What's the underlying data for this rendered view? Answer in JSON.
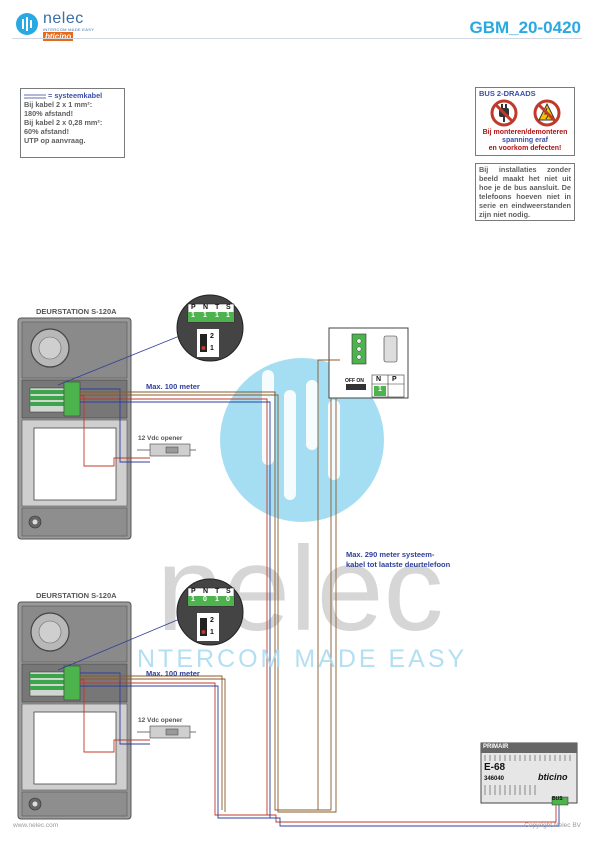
{
  "header": {
    "brand": "nelec",
    "brand_tagline": "INTERCOM MADE EASY",
    "partner": "bticino",
    "doc_code": "GBM_20-0420"
  },
  "legend": {
    "key": "= systeemkabel",
    "lines": [
      "Bij kabel 2 x 1 mm²:",
      "180% afstand!",
      "Bij kabel 2 x 0,28 mm²:",
      "60% afstand!",
      "UTP op aanvraag."
    ]
  },
  "warning": {
    "title": "BUS 2-DRAADS",
    "msg_line1": "Bij monteren/demonteren",
    "msg_line2": "spanning eraf",
    "msg_line3": "en voorkom defecten!",
    "text": "Bij installaties zonder beeld maakt het niet uit hoe je de bus aansluit. De telefoons hoeven niet in serie en eindweerstanden zijn niet nodig."
  },
  "stations": [
    {
      "title": "DEURSTATION S-120A",
      "distance": "Max. 100 meter",
      "opener": "12 Vdc opener",
      "terms": [
        "P",
        "N",
        "T",
        "S"
      ],
      "term_vals": [
        "1",
        "1",
        "1",
        "1"
      ],
      "switch": [
        "2",
        "1"
      ]
    },
    {
      "title": "DEURSTATION S-120A",
      "distance": "Max. 100 meter",
      "opener": "12 Vdc opener",
      "terms": [
        "P",
        "N",
        "T",
        "S"
      ],
      "term_vals": [
        "1",
        "0",
        "1",
        "0"
      ],
      "switch": [
        "2",
        "1"
      ]
    }
  ],
  "handset": {
    "off_label": "OFF ON",
    "terms": [
      "N",
      "P"
    ],
    "term_val": "1"
  },
  "run_label_1": "Max. 290 meter systeem-",
  "run_label_2": "kabel tot laatste deurtelefoon",
  "psu": {
    "top": "PRIMAIR",
    "model": "E-68",
    "code": "346040",
    "brand": "bticino",
    "bus": "BUS"
  },
  "watermark": {
    "word": "nelec",
    "tagline": "NTERCOM MADE EASY"
  },
  "footer": {
    "left": "www.nelec.com",
    "right": "Copyright Nelec BV"
  },
  "colors": {
    "accent": "#29a9e1",
    "wire_blue": "#2e3f9c",
    "wire_red": "#c0392b",
    "wire_brown": "#8b5a2b"
  }
}
